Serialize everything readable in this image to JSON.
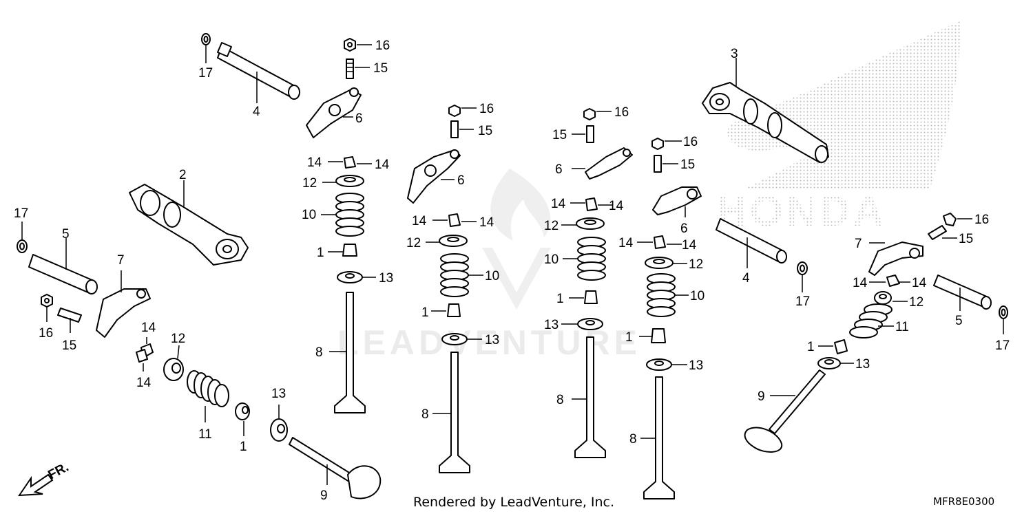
{
  "diagram_code": "MFR8E0300",
  "rendered_by": "Rendered by LeadVenture, Inc.",
  "watermark_text": "LEADVENTURE",
  "brand_text": "HONDA",
  "front_marker": "FR.",
  "colors": {
    "line": "#000000",
    "watermark": "#ebebeb",
    "brand_dots": "#b8b8b8"
  },
  "callouts": [
    "17",
    "4",
    "16",
    "15",
    "6",
    "2",
    "3",
    "17",
    "5",
    "7",
    "16",
    "15",
    "14",
    "14",
    "12",
    "11",
    "1",
    "13",
    "9",
    "14",
    "14",
    "12",
    "10",
    "1",
    "13",
    "8",
    "16",
    "15",
    "6",
    "14",
    "14",
    "12",
    "10",
    "1",
    "13",
    "8",
    "16",
    "15",
    "6",
    "14",
    "14",
    "12",
    "10",
    "1",
    "13",
    "8",
    "16",
    "15",
    "6",
    "14",
    "14",
    "12",
    "10",
    "1",
    "13",
    "8",
    "4",
    "17",
    "16",
    "15",
    "7",
    "14",
    "14",
    "12",
    "11",
    "1",
    "13",
    "9",
    "5",
    "17"
  ]
}
